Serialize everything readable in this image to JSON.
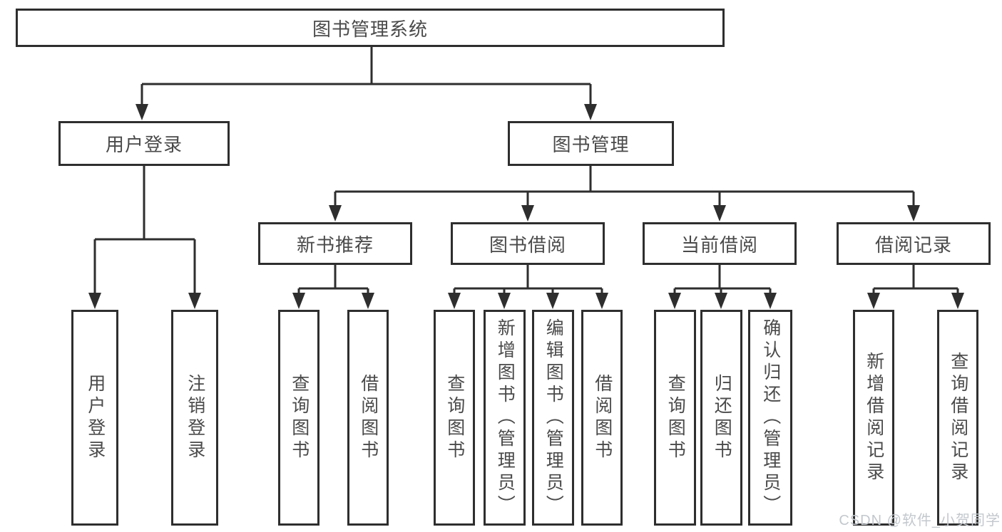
{
  "diagram_title": "图书管理系统",
  "tree": {
    "root": "图书管理系统",
    "level2": [
      "用户登录",
      "图书管理"
    ],
    "level3": [
      "新书推荐",
      "图书借阅",
      "当前借阅",
      "借阅记录"
    ],
    "login_children": [
      "用户登录",
      "注销登录"
    ],
    "recommend_children": [
      "查询图书",
      "借阅图书"
    ],
    "borrow_children": [
      "查询图书",
      "新增图书（管理员）",
      "编辑图书（管理员）",
      "借阅图书"
    ],
    "current_children": [
      "查询图书",
      "归还图书",
      "确认归还（管理员）"
    ],
    "record_children": [
      "新增借阅记录",
      "查询借阅记录"
    ]
  },
  "watermark": "CSDN @软件_小贺同学",
  "colors": {
    "line": "#2e2e2e",
    "text": "#4a4a4a",
    "watermark": "#c3c8cd",
    "background": "#ffffff"
  }
}
